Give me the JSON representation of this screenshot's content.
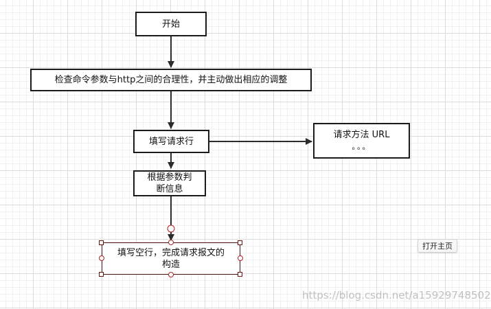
{
  "nodes": {
    "start": "开始",
    "check": "检查命令参数与http之间的合理性，并主动做出相应的调整",
    "fill_request_line": "填写请求行",
    "method_url": {
      "line1": "请求方法 URL",
      "line2": "。。。"
    },
    "fill_by_params": {
      "line1": "根据参数判",
      "line2": "断信息"
    },
    "fill_blank": {
      "line1": "填写空行，完成请求报文的",
      "line2": "构造"
    }
  },
  "buttons": {
    "open_home": "打开主页"
  },
  "watermark": "https://blog.csdn.net/a15929748502",
  "colors": {
    "line": "#2b2b2b",
    "selection": "#4a0d0d",
    "handle": "#b02020"
  }
}
